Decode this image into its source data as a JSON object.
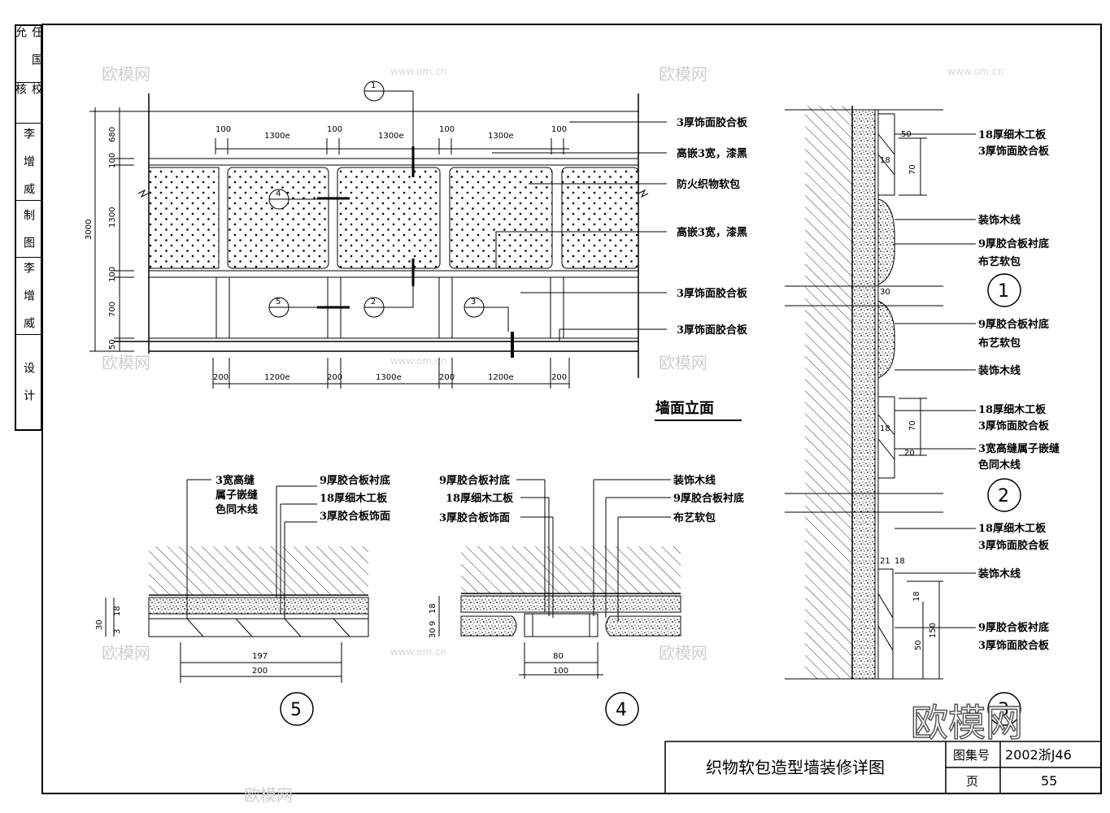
{
  "sidebar_labels": [
    "设 计",
    "李 增 威",
    "制 图",
    "李 增 威",
    "校 核",
    "任 国 允"
  ],
  "elevation": {
    "title": "墙面立面",
    "callout_labels": [
      "3厚饰面胶合板",
      "高嵌3宽，漆黑",
      "防火织物软包",
      "高嵌3宽，漆黑",
      "3厚饰面胶合板",
      "3厚饰面胶合板"
    ],
    "top_dims": [
      "100",
      "1300e",
      "100",
      "1300e",
      "100",
      "1300e",
      "100"
    ],
    "bottom_dims": [
      "200",
      "1200e",
      "200",
      "1300e",
      "200",
      "1200e",
      "200"
    ],
    "left_dims": [
      "680",
      "100",
      "1300",
      "100",
      "700",
      "50"
    ],
    "total_height": "3000",
    "section_marks": [
      "1",
      "4",
      "5",
      "2",
      "3"
    ]
  },
  "section_right": {
    "labels": [
      "18厚细木工板",
      "3厚饰面胶合板",
      "装饰木线",
      "9厚胶合板衬底",
      "布艺软包",
      "9厚胶合板衬底",
      "布艺软包",
      "装饰木线",
      "18厚细木工板",
      "3厚饰面胶合板",
      "3宽高缝属子嵌缝",
      "色同木线",
      "18厚细木工板",
      "3厚饰面胶合板",
      "装饰木线",
      "9厚胶合板衬底",
      "3厚饰面胶合板"
    ],
    "dims": [
      "50",
      "18",
      "70",
      "30",
      "18",
      "70",
      "20",
      "21",
      "18",
      "18",
      "150",
      "50"
    ],
    "detail_numbers": [
      "1",
      "2",
      "3"
    ]
  },
  "detail5": {
    "number": "5",
    "labels": [
      "3宽高缝",
      "属子嵌缝",
      "色同木线",
      "9厚胶合板衬底",
      "18厚细木工板",
      "3厚胶合板饰面"
    ],
    "dims": [
      "197",
      "200",
      "30",
      "18",
      "3"
    ]
  },
  "detail4": {
    "number": "4",
    "labels": [
      "9厚胶合板衬底",
      "18厚细木工板",
      "3厚胶合板饰面",
      "装饰木线",
      "9厚胶合板衬底",
      "布艺软包"
    ],
    "dims": [
      "80",
      "100",
      "18",
      "9",
      "30"
    ]
  },
  "title_block": {
    "drawing_title": "织物软包造型墙装修详图",
    "set_label": "图集号",
    "set_value": "2002浙J46",
    "page_label": "页",
    "page_value": "55"
  },
  "watermarks": {
    "brand": "欧模网",
    "site": "www.om.cn"
  }
}
